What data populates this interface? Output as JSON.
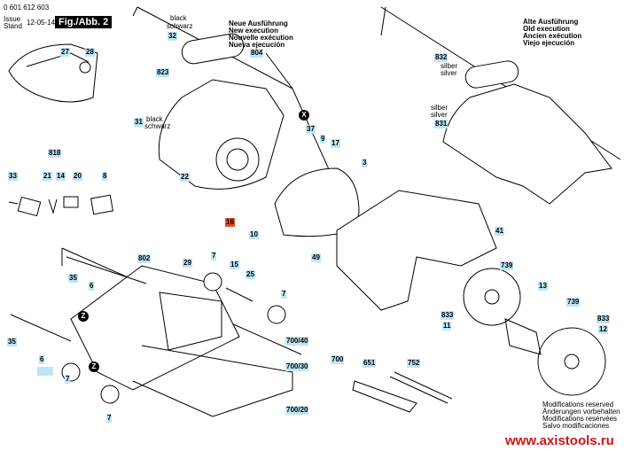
{
  "header": {
    "part_number": "0 601 612 603",
    "issue_label": "Issue",
    "stand_label": "Stand",
    "issue_date": "12-05-14",
    "figure": "Fig./Abb. 2"
  },
  "new_execution": [
    "Neue Ausführung",
    "New execution",
    "Nouvelle exécution",
    "Nueva ejecución"
  ],
  "old_execution": [
    "Alte Ausführung",
    "Old execution",
    "Ancien exécution",
    "Viejo ejecución"
  ],
  "footer": {
    "notes": [
      "Modifications reserved",
      "Änderungen vorbehalten",
      "Modifications resérvées",
      "Salvo modificaciones"
    ],
    "website": "www.axistools.ru"
  },
  "colors": {
    "label_bg": "#bfe5f4",
    "highlight": "#e0522c",
    "website": "#d0141b"
  },
  "color_notes": {
    "black": "black",
    "schwarz": "schwarz",
    "silber": "silber",
    "silver": "silver"
  },
  "markers": {
    "x": "X",
    "z": "Z"
  },
  "parts": [
    "27",
    "28",
    "818",
    "33",
    "21",
    "14",
    "20",
    "8",
    "802",
    "29",
    "7",
    "15",
    "25",
    "35",
    "6",
    "700/40",
    "700/30",
    "700",
    "700/20",
    "32",
    "804",
    "823",
    "31",
    "22",
    "16",
    "10",
    "37",
    "9",
    "17",
    "3",
    "49",
    "41",
    "832",
    "831",
    "739",
    "13",
    "833",
    "11",
    "12",
    "651",
    "752"
  ]
}
